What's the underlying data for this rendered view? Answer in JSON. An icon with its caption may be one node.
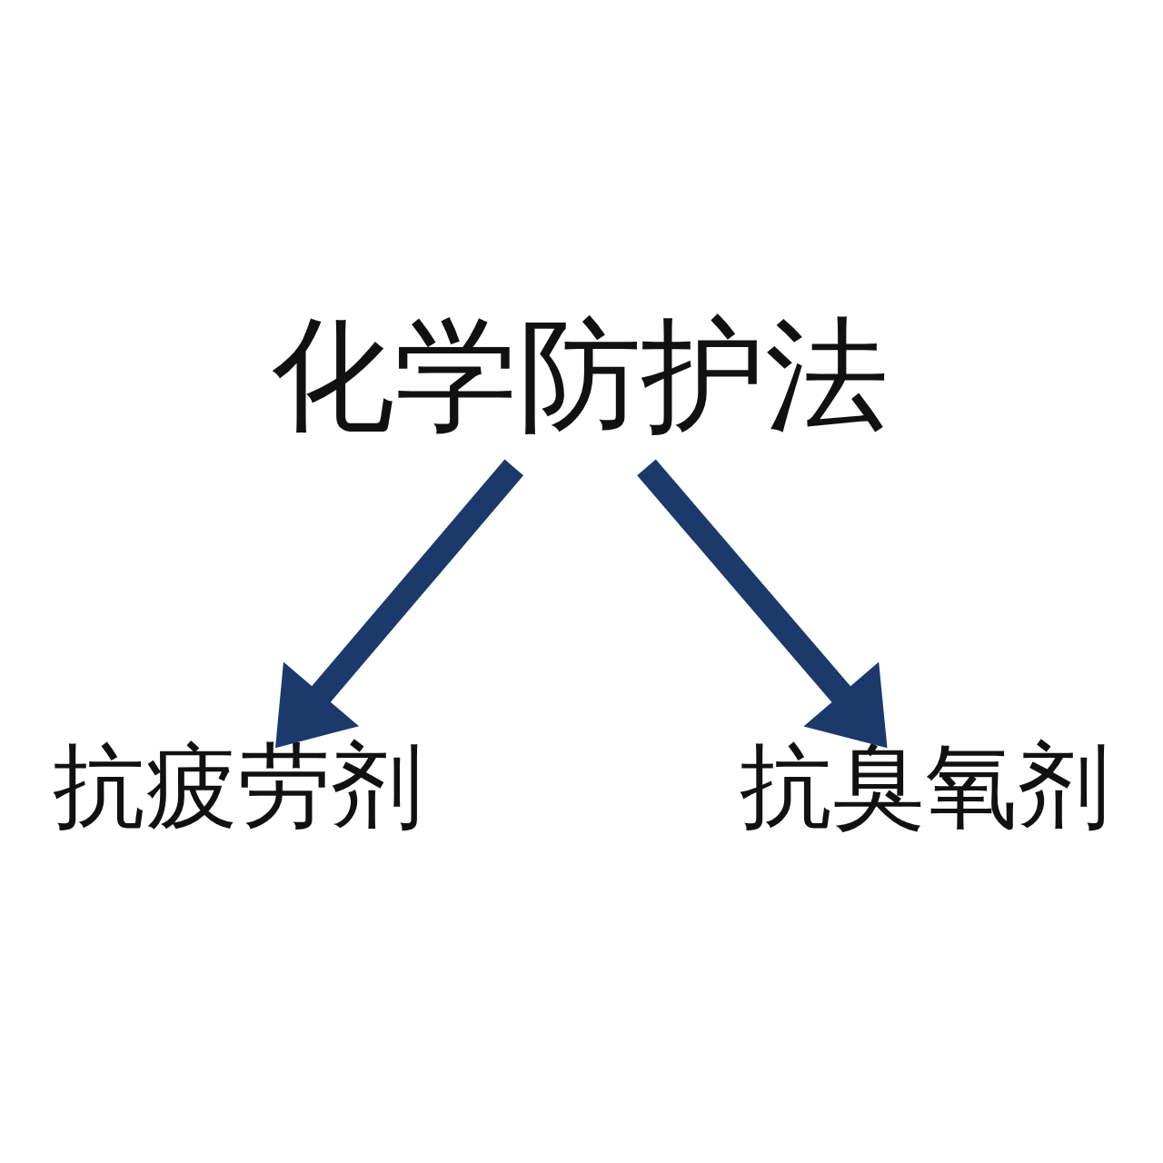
{
  "diagram": {
    "nodes": [
      {
        "text": [
          "化学防护法"
        ]
      },
      {
        "text": [
          "抗疲劳剂"
        ]
      },
      {
        "text": [
          "抗臭氧剂"
        ]
      }
    ],
    "edges": [
      {
        "from": 0,
        "to": 1,
        "arrow": "to"
      },
      {
        "from": 0,
        "to": 2,
        "arrow": "to"
      }
    ]
  }
}
